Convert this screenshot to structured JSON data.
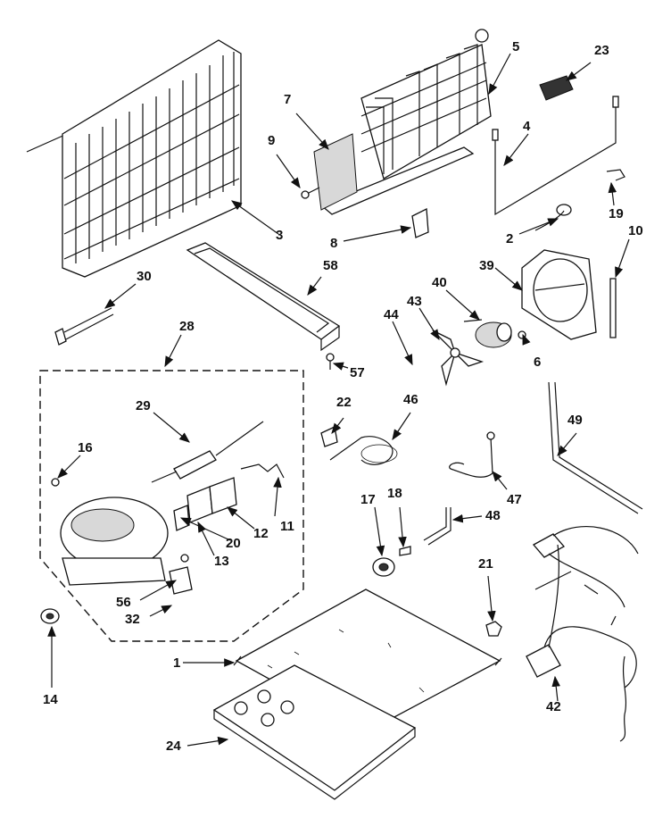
{
  "diagram": {
    "callouts": [
      "1",
      "2",
      "3",
      "4",
      "5",
      "6",
      "7",
      "8",
      "9",
      "10",
      "11",
      "12",
      "13",
      "14",
      "16",
      "17",
      "18",
      "19",
      "20",
      "21",
      "22",
      "23",
      "24",
      "28",
      "29",
      "30",
      "32",
      "39",
      "40",
      "42",
      "43",
      "44",
      "46",
      "47",
      "48",
      "49",
      "56",
      "57",
      "58"
    ]
  }
}
